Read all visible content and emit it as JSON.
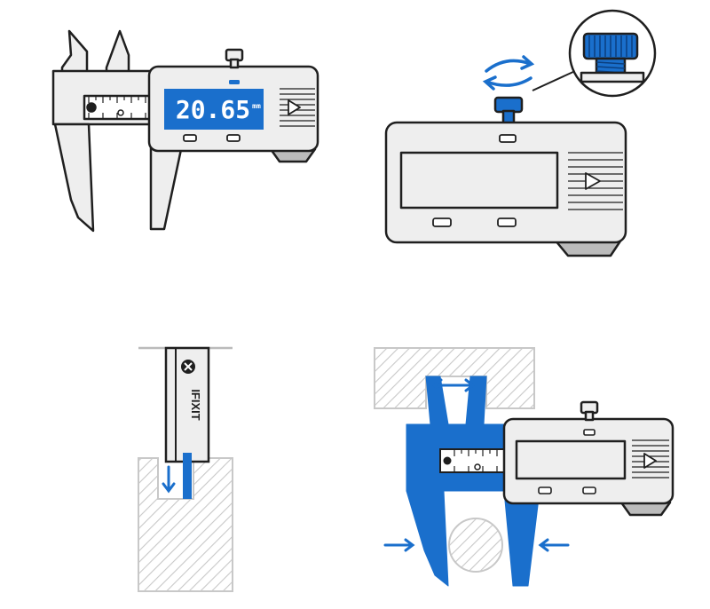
{
  "panel_1": {
    "display_value": "20.65",
    "display_unit": "mm"
  },
  "panel_3": {
    "brand": "IFIXIT"
  },
  "colors": {
    "outline": "#1f1f1f",
    "accent_blue": "#1a6fcc",
    "body_light": "#eeeeee",
    "hatch": "#c8c8c8"
  },
  "icons": [
    "rotate-arrows-icon",
    "play-triangle-icon",
    "double-arrow-icon",
    "arrow-down-icon",
    "arrow-right-icon",
    "arrow-left-icon",
    "ifixit-logo-icon"
  ]
}
